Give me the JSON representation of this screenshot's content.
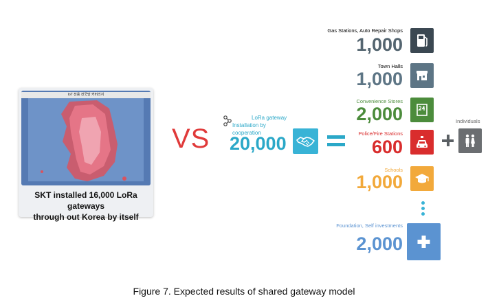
{
  "left": {
    "photo_title": "IoT 전용 전국망 커버리지",
    "caption_line1": "SKT installed 16,000 LoRa gateways",
    "caption_line2": "through out Korea by itself"
  },
  "vs": "VS",
  "lora": {
    "label_line1": "LoRa gateway",
    "label_line2": "Installation by cooperation",
    "value": "20,000",
    "icon": "share-nodes-icon",
    "handshake_icon": "handshake-icon"
  },
  "rows": [
    {
      "label": "Gas Stations, Auto Repair Shops",
      "value": "1,000",
      "color": "#546570",
      "value_color": "#546570",
      "label_color": "#444444",
      "icon": "fuel-pump-icon"
    },
    {
      "label": "Town Halls",
      "value": "1,000",
      "color": "#5d7585",
      "value_color": "#5d7585",
      "label_color": "#444444",
      "icon": "building-icon"
    },
    {
      "label": "Convenience Stores",
      "value": "2,000",
      "color": "#4c8c3c",
      "value_color": "#4c8c3c",
      "label_color": "#4c8c3c",
      "icon": "store-24-icon"
    },
    {
      "label": "Police/Fire Stations",
      "value": "600",
      "color": "#d92d2d",
      "value_color": "#d92d2d",
      "label_color": "#d92d2d",
      "icon": "police-car-icon"
    },
    {
      "label": "Schools",
      "value": "1,000",
      "color": "#f2a93b",
      "value_color": "#f2a93b",
      "label_color": "#f2a93b",
      "icon": "graduation-cap-icon"
    }
  ],
  "individuals": {
    "label": "Individuals",
    "icon": "people-icon",
    "color": "#6b6e71"
  },
  "foundation": {
    "label": "Foundation, Self investments",
    "value": "2,000",
    "color": "#5b93d1",
    "icon": "plus-icon"
  },
  "figure_caption": "Figure 7. Expected results of shared gateway model"
}
